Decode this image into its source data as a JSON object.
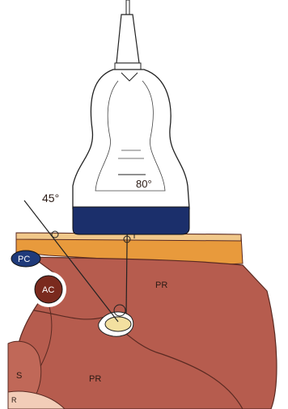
{
  "labels": {
    "angle_in_plane": "45°",
    "angle_out_of_plane": "80°",
    "muscle_upper": "PR",
    "muscle_lower": "PR",
    "artery": "AC",
    "vessel_left": "PC",
    "left_structure": "S",
    "bottom_structure": "R"
  },
  "colors": {
    "probe_body": "#ffffff",
    "probe_outline": "#222222",
    "probe_footprint": "#1b2f6b",
    "skin": "#e89a3c",
    "skin_top": "#f1c88a",
    "muscle": "#b65c4e",
    "muscle_outline": "#5a2a22",
    "artery": "#7a2a1e",
    "vein": "#1f3a7a",
    "nerve_target": "#f3e0a0",
    "needle": "#222222"
  }
}
